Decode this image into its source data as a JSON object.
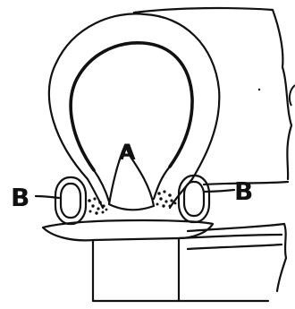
{
  "figure": {
    "labels": {
      "a": "A",
      "b_left": "B",
      "b_right": "B"
    },
    "colors": {
      "ink": "#111111",
      "paper": "#ffffff"
    }
  }
}
